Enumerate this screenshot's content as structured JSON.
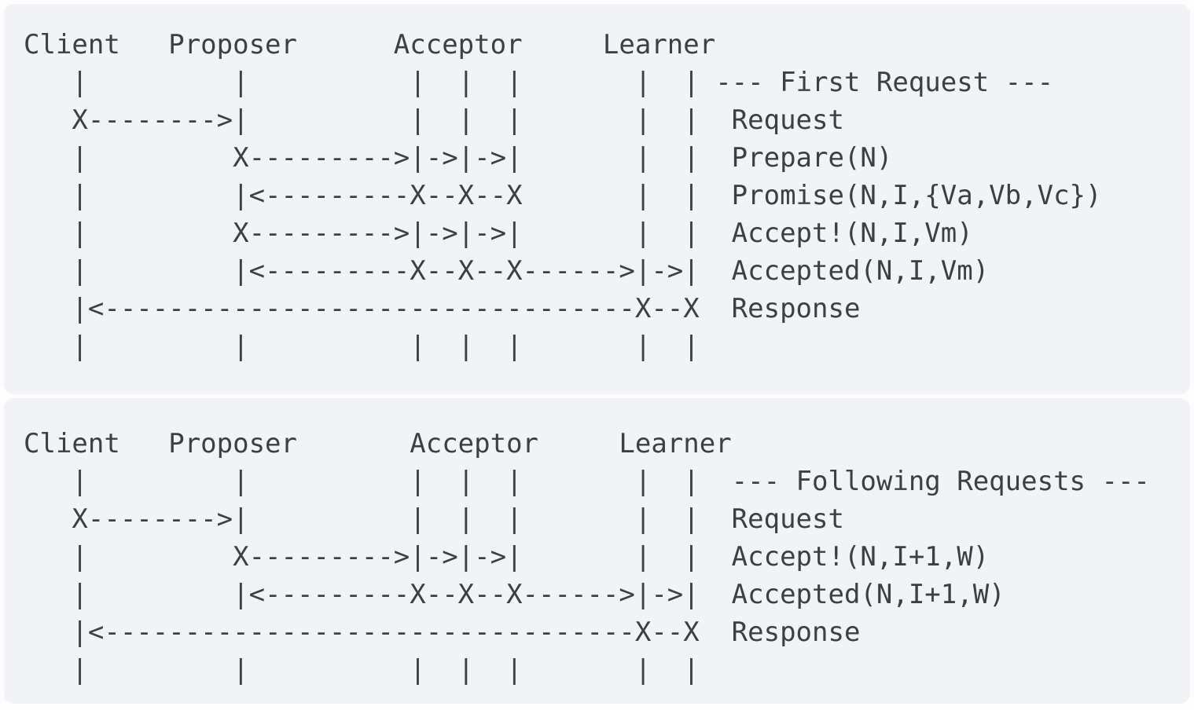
{
  "colors": {
    "page_background": "#fdfdfe",
    "panel_background": "#f1f3f6",
    "text": "#3b4045"
  },
  "diagram": {
    "actors": [
      "Client",
      "Proposer",
      "Acceptor",
      "Learner"
    ],
    "blocks": [
      {
        "id": "first-request",
        "phase_label": "--- First Request ---",
        "message_labels": [
          "Request",
          "Prepare(N)",
          "Promise(N,I,{Va,Vb,Vc})",
          "Accept!(N,I,Vm)",
          "Accepted(N,I,Vm)",
          "Response"
        ],
        "lines": [
          "Client   Proposer      Acceptor     Learner",
          "   |         |          |  |  |       |  | --- First Request ---",
          "   X-------->|          |  |  |       |  |  Request",
          "   |         X--------->|->|->|       |  |  Prepare(N)",
          "   |         |<---------X--X--X       |  |  Promise(N,I,{Va,Vb,Vc})",
          "   |         X--------->|->|->|       |  |  Accept!(N,I,Vm)",
          "   |         |<---------X--X--X------>|->|  Accepted(N,I,Vm)",
          "   |<---------------------------------X--X  Response",
          "   |         |          |  |  |       |  |"
        ]
      },
      {
        "id": "following-requests",
        "phase_label": "--- Following Requests ---",
        "message_labels": [
          "Request",
          "Accept!(N,I+1,W)",
          "Accepted(N,I+1,W)",
          "Response"
        ],
        "lines": [
          "Client   Proposer       Acceptor     Learner",
          "   |         |          |  |  |       |  |  --- Following Requests ---",
          "   X-------->|          |  |  |       |  |  Request",
          "   |         X--------->|->|->|       |  |  Accept!(N,I+1,W)",
          "   |         |<---------X--X--X------>|->|  Accepted(N,I+1,W)",
          "   |<---------------------------------X--X  Response",
          "   |         |          |  |  |       |  |"
        ]
      }
    ]
  }
}
